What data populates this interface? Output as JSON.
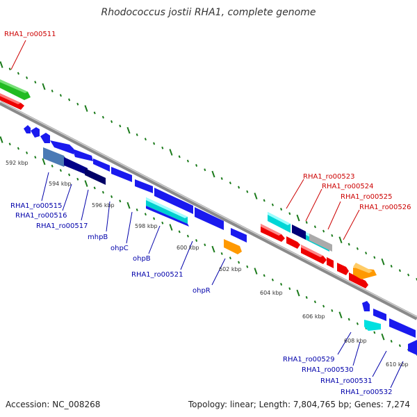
{
  "title": "Rhodococcus jostii RHA1, complete genome",
  "footer": {
    "accession": "Accession: NC_008268",
    "summary": "Topology: linear; Length: 7,804,765 bp; Genes: 7,274"
  },
  "colors": {
    "backbone": "#888888",
    "tick": "#1a7a1a",
    "label_red": "#cc0000",
    "label_blue": "#0000aa",
    "kbp_text": "#333333"
  },
  "kbp_labels": [
    "592 kbp",
    "594 kbp",
    "596 kbp",
    "598 kbp",
    "600 kbp",
    "602 kbp",
    "604 kbp",
    "606 kbp",
    "608 kbp",
    "610 kbp"
  ],
  "top_labels": [
    "RHA1_ro00511",
    "RHA1_ro00523",
    "RHA1_ro00524",
    "RHA1_ro00525",
    "RHA1_ro00526"
  ],
  "bottom_labels": [
    "RHA1_ro00515",
    "RHA1_ro00516",
    "RHA1_ro00517",
    "mhpB",
    "ohpC",
    "ohpB",
    "RHA1_ro00521",
    "ohpR",
    "RHA1_ro00529",
    "RHA1_ro00530",
    "RHA1_ro00531",
    "RHA1_ro00532"
  ]
}
